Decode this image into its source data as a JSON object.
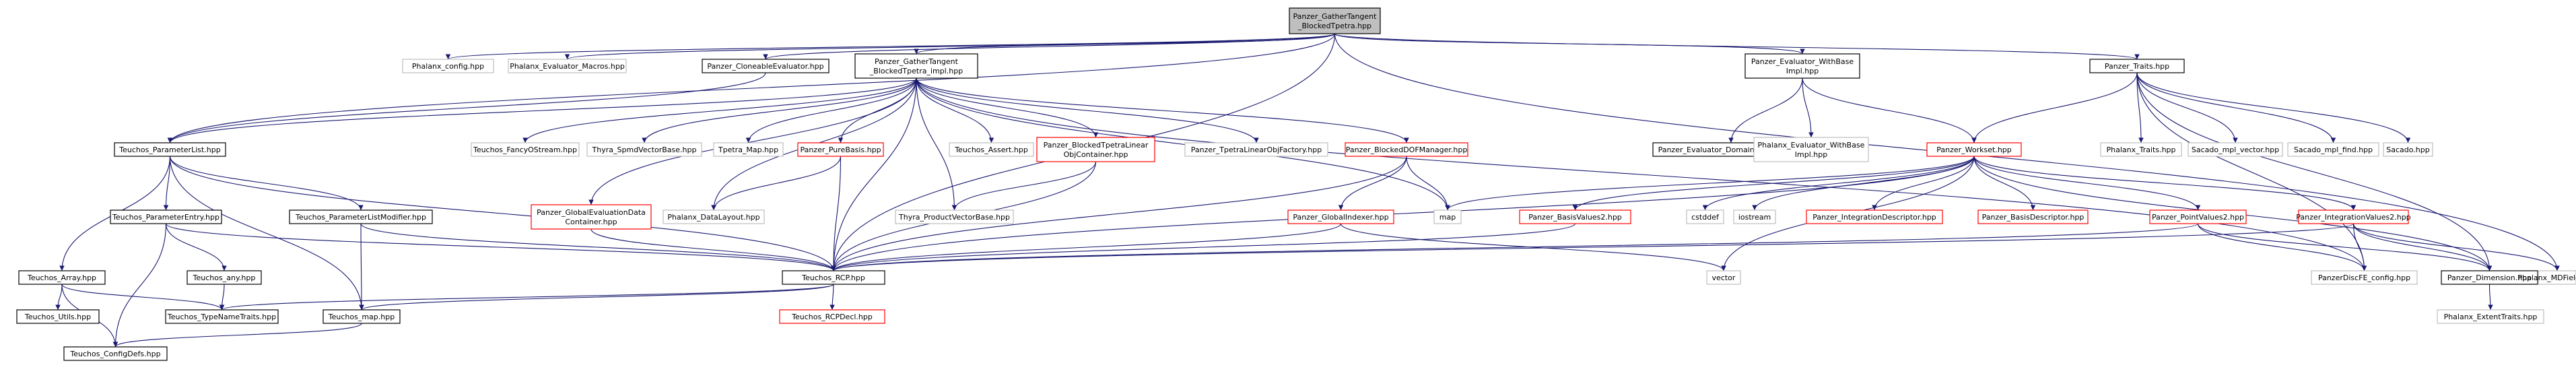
{
  "colors": {
    "documented_border": "#000000",
    "undocumented_border": "#bfbfbf",
    "missing_border": "#ff0000",
    "root_fill": "#bfbfbf",
    "edge": "#191970"
  },
  "nodes": [
    {
      "id": "root",
      "lines": [
        "Panzer_GatherTangent",
        "_BlockedTpetra.hpp"
      ],
      "kind": "root"
    },
    {
      "id": "phalanx_config",
      "lines": [
        "Phalanx_config.hpp"
      ],
      "kind": "undocumented"
    },
    {
      "id": "phalanx_eval_macros",
      "lines": [
        "Phalanx_Evaluator_Macros.hpp"
      ],
      "kind": "undocumented"
    },
    {
      "id": "cloneable",
      "lines": [
        "Panzer_CloneableEvaluator.hpp"
      ],
      "kind": "documented"
    },
    {
      "id": "gather_impl",
      "lines": [
        "Panzer_GatherTangent",
        "_BlockedTpetra_impl.hpp"
      ],
      "kind": "documented"
    },
    {
      "id": "eval_withbase",
      "lines": [
        "Panzer_Evaluator_WithBase",
        "Impl.hpp"
      ],
      "kind": "documented"
    },
    {
      "id": "traits",
      "lines": [
        "Panzer_Traits.hpp"
      ],
      "kind": "documented"
    },
    {
      "id": "teuchos_paramlist",
      "lines": [
        "Teuchos_ParameterList.hpp"
      ],
      "kind": "documented"
    },
    {
      "id": "teuchos_fancy",
      "lines": [
        "Teuchos_FancyOStream.hpp"
      ],
      "kind": "undocumented"
    },
    {
      "id": "thyra_spmd",
      "lines": [
        "Thyra_SpmdVectorBase.hpp"
      ],
      "kind": "undocumented"
    },
    {
      "id": "tpetra_map",
      "lines": [
        "Tpetra_Map.hpp"
      ],
      "kind": "undocumented"
    },
    {
      "id": "purebasis",
      "lines": [
        "Panzer_PureBasis.hpp"
      ],
      "kind": "missing"
    },
    {
      "id": "teuchos_assert",
      "lines": [
        "Teuchos_Assert.hpp"
      ],
      "kind": "undocumented"
    },
    {
      "id": "blocked_tpetra_loc",
      "lines": [
        "Panzer_BlockedTpetraLinear",
        "ObjContainer.hpp"
      ],
      "kind": "missing"
    },
    {
      "id": "tpetra_lof",
      "lines": [
        "Panzer_TpetraLinearObjFactory.hpp"
      ],
      "kind": "undocumented"
    },
    {
      "id": "blocked_dof",
      "lines": [
        "Panzer_BlockedDOFManager.hpp"
      ],
      "kind": "missing"
    },
    {
      "id": "eval_domain",
      "lines": [
        "Panzer_Evaluator_DomainInterface.hpp"
      ],
      "kind": "documented"
    },
    {
      "id": "phalanx_eval_withbase",
      "lines": [
        "Phalanx_Evaluator_WithBase",
        "Impl.hpp"
      ],
      "kind": "undocumented"
    },
    {
      "id": "workset",
      "lines": [
        "Panzer_Workset.hpp"
      ],
      "kind": "missing"
    },
    {
      "id": "phalanx_traits",
      "lines": [
        "Phalanx_Traits.hpp"
      ],
      "kind": "undocumented"
    },
    {
      "id": "sacado_mpl_vector",
      "lines": [
        "Sacado_mpl_vector.hpp"
      ],
      "kind": "undocumented"
    },
    {
      "id": "sacado_mpl_find",
      "lines": [
        "Sacado_mpl_find.hpp"
      ],
      "kind": "undocumented"
    },
    {
      "id": "sacado",
      "lines": [
        "Sacado.hpp"
      ],
      "kind": "undocumented"
    },
    {
      "id": "teuchos_paramentry",
      "lines": [
        "Teuchos_ParameterEntry.hpp"
      ],
      "kind": "documented"
    },
    {
      "id": "teuchos_plmodifier",
      "lines": [
        "Teuchos_ParameterListModifier.hpp"
      ],
      "kind": "documented"
    },
    {
      "id": "global_eval_data",
      "lines": [
        "Panzer_GlobalEvaluationData",
        "Container.hpp"
      ],
      "kind": "missing"
    },
    {
      "id": "phalanx_datalayout",
      "lines": [
        "Phalanx_DataLayout.hpp"
      ],
      "kind": "undocumented"
    },
    {
      "id": "thyra_productvec",
      "lines": [
        "Thyra_ProductVectorBase.hpp"
      ],
      "kind": "undocumented"
    },
    {
      "id": "global_indexer",
      "lines": [
        "Panzer_GlobalIndexer.hpp"
      ],
      "kind": "missing"
    },
    {
      "id": "map",
      "lines": [
        "map"
      ],
      "kind": "undocumented"
    },
    {
      "id": "basisvalues2",
      "lines": [
        "Panzer_BasisValues2.hpp"
      ],
      "kind": "missing"
    },
    {
      "id": "cstddef",
      "lines": [
        "cstddef"
      ],
      "kind": "undocumented"
    },
    {
      "id": "iostream",
      "lines": [
        "iostream"
      ],
      "kind": "undocumented"
    },
    {
      "id": "integration_desc",
      "lines": [
        "Panzer_IntegrationDescriptor.hpp"
      ],
      "kind": "missing"
    },
    {
      "id": "basis_desc",
      "lines": [
        "Panzer_BasisDescriptor.hpp"
      ],
      "kind": "missing"
    },
    {
      "id": "pointvalues2",
      "lines": [
        "Panzer_PointValues2.hpp"
      ],
      "kind": "missing"
    },
    {
      "id": "integrationvalues2",
      "lines": [
        "Panzer_IntegrationValues2.hpp"
      ],
      "kind": "missing"
    },
    {
      "id": "teuchos_array",
      "lines": [
        "Teuchos_Array.hpp"
      ],
      "kind": "documented"
    },
    {
      "id": "teuchos_any",
      "lines": [
        "Teuchos_any.hpp"
      ],
      "kind": "documented"
    },
    {
      "id": "teuchos_rcp",
      "lines": [
        "Teuchos_RCP.hpp"
      ],
      "kind": "documented"
    },
    {
      "id": "vector",
      "lines": [
        "vector"
      ],
      "kind": "undocumented"
    },
    {
      "id": "discfe_config",
      "lines": [
        "PanzerDiscFE_config.hpp"
      ],
      "kind": "undocumented"
    },
    {
      "id": "dimension",
      "lines": [
        "Panzer_Dimension.hpp"
      ],
      "kind": "documented"
    },
    {
      "id": "phalanx_mdfield",
      "lines": [
        "Phalanx_MDField.hpp"
      ],
      "kind": "undocumented"
    },
    {
      "id": "teuchos_utils",
      "lines": [
        "Teuchos_Utils.hpp"
      ],
      "kind": "documented"
    },
    {
      "id": "teuchos_typenametraits",
      "lines": [
        "Teuchos_TypeNameTraits.hpp"
      ],
      "kind": "documented"
    },
    {
      "id": "teuchos_map",
      "lines": [
        "Teuchos_map.hpp"
      ],
      "kind": "documented"
    },
    {
      "id": "teuchos_rcpdecl",
      "lines": [
        "Teuchos_RCPDecl.hpp"
      ],
      "kind": "missing"
    },
    {
      "id": "phalanx_extenttraits",
      "lines": [
        "Phalanx_ExtentTraits.hpp"
      ],
      "kind": "undocumented"
    },
    {
      "id": "teuchos_configdefs",
      "lines": [
        "Teuchos_ConfigDefs.hpp"
      ],
      "kind": "documented"
    }
  ],
  "edges": [
    [
      "root",
      "phalanx_config"
    ],
    [
      "root",
      "phalanx_eval_macros"
    ],
    [
      "root",
      "cloneable"
    ],
    [
      "root",
      "gather_impl"
    ],
    [
      "root",
      "eval_withbase"
    ],
    [
      "root",
      "traits"
    ],
    [
      "root",
      "teuchos_paramlist"
    ],
    [
      "root",
      "teuchos_rcp"
    ],
    [
      "root",
      "phalanx_mdfield"
    ],
    [
      "cloneable",
      "teuchos_paramlist"
    ],
    [
      "gather_impl",
      "teuchos_paramlist"
    ],
    [
      "gather_impl",
      "teuchos_fancy"
    ],
    [
      "gather_impl",
      "thyra_spmd"
    ],
    [
      "gather_impl",
      "tpetra_map"
    ],
    [
      "gather_impl",
      "purebasis"
    ],
    [
      "gather_impl",
      "teuchos_assert"
    ],
    [
      "gather_impl",
      "blocked_tpetra_loc"
    ],
    [
      "gather_impl",
      "tpetra_lof"
    ],
    [
      "gather_impl",
      "blocked_dof"
    ],
    [
      "gather_impl",
      "global_eval_data"
    ],
    [
      "gather_impl",
      "phalanx_datalayout"
    ],
    [
      "gather_impl",
      "thyra_productvec"
    ],
    [
      "gather_impl",
      "teuchos_rcp"
    ],
    [
      "gather_impl",
      "map"
    ],
    [
      "gather_impl",
      "discfe_config"
    ],
    [
      "eval_withbase",
      "eval_domain"
    ],
    [
      "eval_withbase",
      "phalanx_eval_withbase"
    ],
    [
      "eval_withbase",
      "workset"
    ],
    [
      "traits",
      "workset"
    ],
    [
      "traits",
      "phalanx_traits"
    ],
    [
      "traits",
      "sacado_mpl_vector"
    ],
    [
      "traits",
      "sacado_mpl_find"
    ],
    [
      "traits",
      "sacado"
    ],
    [
      "traits",
      "discfe_config"
    ],
    [
      "traits",
      "dimension"
    ],
    [
      "teuchos_paramlist",
      "teuchos_paramentry"
    ],
    [
      "teuchos_paramlist",
      "teuchos_plmodifier"
    ],
    [
      "teuchos_paramlist",
      "teuchos_array"
    ],
    [
      "teuchos_paramlist",
      "teuchos_map"
    ],
    [
      "teuchos_paramlist",
      "teuchos_rcp"
    ],
    [
      "purebasis",
      "phalanx_datalayout"
    ],
    [
      "purebasis",
      "teuchos_rcp"
    ],
    [
      "blocked_tpetra_loc",
      "thyra_productvec"
    ],
    [
      "blocked_tpetra_loc",
      "teuchos_rcp"
    ],
    [
      "blocked_dof",
      "global_indexer"
    ],
    [
      "blocked_dof",
      "teuchos_rcp"
    ],
    [
      "blocked_dof",
      "map"
    ],
    [
      "workset",
      "teuchos_rcp"
    ],
    [
      "workset",
      "map"
    ],
    [
      "workset",
      "basisvalues2"
    ],
    [
      "workset",
      "cstddef"
    ],
    [
      "workset",
      "iostream"
    ],
    [
      "workset",
      "integration_desc"
    ],
    [
      "workset",
      "basis_desc"
    ],
    [
      "workset",
      "pointvalues2"
    ],
    [
      "workset",
      "integrationvalues2"
    ],
    [
      "workset",
      "vector"
    ],
    [
      "workset",
      "dimension"
    ],
    [
      "teuchos_paramentry",
      "teuchos_any"
    ],
    [
      "teuchos_paramentry",
      "teuchos_rcp"
    ],
    [
      "teuchos_paramentry",
      "teuchos_configdefs"
    ],
    [
      "teuchos_plmodifier",
      "teuchos_rcp"
    ],
    [
      "teuchos_plmodifier",
      "teuchos_map"
    ],
    [
      "global_eval_data",
      "teuchos_rcp"
    ],
    [
      "global_indexer",
      "teuchos_rcp"
    ],
    [
      "global_indexer",
      "vector"
    ],
    [
      "basisvalues2",
      "teuchos_rcp"
    ],
    [
      "pointvalues2",
      "teuchos_rcp"
    ],
    [
      "pointvalues2",
      "discfe_config"
    ],
    [
      "pointvalues2",
      "dimension"
    ],
    [
      "integrationvalues2",
      "teuchos_rcp"
    ],
    [
      "integrationvalues2",
      "discfe_config"
    ],
    [
      "integrationvalues2",
      "dimension"
    ],
    [
      "integrationvalues2",
      "phalanx_mdfield"
    ],
    [
      "teuchos_array",
      "teuchos_utils"
    ],
    [
      "teuchos_array",
      "teuchos_typenametraits"
    ],
    [
      "teuchos_array",
      "teuchos_configdefs"
    ],
    [
      "teuchos_any",
      "teuchos_typenametraits"
    ],
    [
      "teuchos_rcp",
      "teuchos_rcpdecl"
    ],
    [
      "teuchos_rcp",
      "teuchos_typenametraits"
    ],
    [
      "teuchos_rcp",
      "teuchos_map"
    ],
    [
      "teuchos_map",
      "teuchos_configdefs"
    ],
    [
      "dimension",
      "phalanx_extenttraits"
    ]
  ]
}
